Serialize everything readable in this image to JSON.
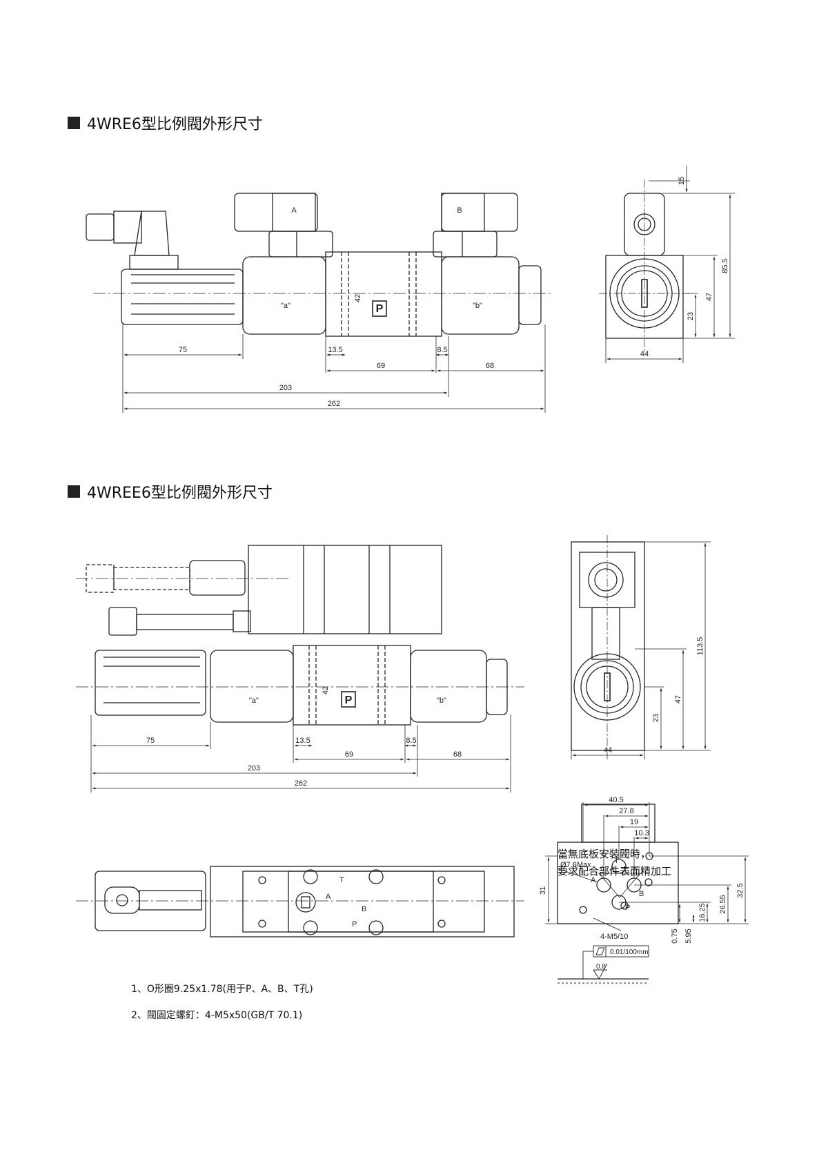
{
  "sections": {
    "wre6_title": "4WRE6型比例閥外形尺寸",
    "wree6_title": "4WREE6型比例閥外形尺寸"
  },
  "wre6": {
    "dims": {
      "d75": "75",
      "d13_5": "13.5",
      "d8_5": "8.5",
      "d69": "69",
      "d68": "68",
      "d203": "203",
      "d262": "262",
      "d42": "42",
      "side_15": "15",
      "side_85_5": "85.5",
      "side_47": "47",
      "side_23": "23",
      "side_44": "44"
    },
    "labels": {
      "a": "\"a\"",
      "b": "\"b\"",
      "A": "A",
      "B": "B",
      "P": "P"
    }
  },
  "wree6": {
    "dims": {
      "d75": "75",
      "d13_5": "13.5",
      "d8_5": "8.5",
      "d69": "69",
      "d68": "68",
      "d203": "203",
      "d262": "262",
      "d42": "42",
      "side_113_5": "113.5",
      "side_47": "47",
      "side_23": "23",
      "side_44": "44"
    },
    "labels": {
      "a": "\"a\"",
      "b": "\"b\"",
      "P": "P"
    }
  },
  "bottom_view": {
    "ports": {
      "T": "T",
      "A": "A",
      "B": "B",
      "P": "P"
    }
  },
  "mount": {
    "dims": {
      "d40_5": "40.5",
      "d27_8": "27.8",
      "d19": "19",
      "d10_3": "10.3",
      "d31": "31",
      "d32_5": "32.5",
      "d26_55": "26.55",
      "d16_25": "16.25",
      "d5_95": "5.95",
      "d0_75": "0.75",
      "hole": "Ø7.6Max",
      "screw": "4-M5/10",
      "flat": "0.01/100mm",
      "rough": "0.8"
    },
    "ports": {
      "T": "T",
      "A": "A",
      "B": "B",
      "P": "P"
    }
  },
  "notes": {
    "n1": "1、O形圈9.25x1.78(用于P、A、B、T孔)",
    "n2": "2、閥固定螺釘：4-M5x50(GB/T 70.1)"
  },
  "caption": {
    "line1": "當無底板安裝閥時，",
    "line2": "要求配合部件表面精加工"
  }
}
